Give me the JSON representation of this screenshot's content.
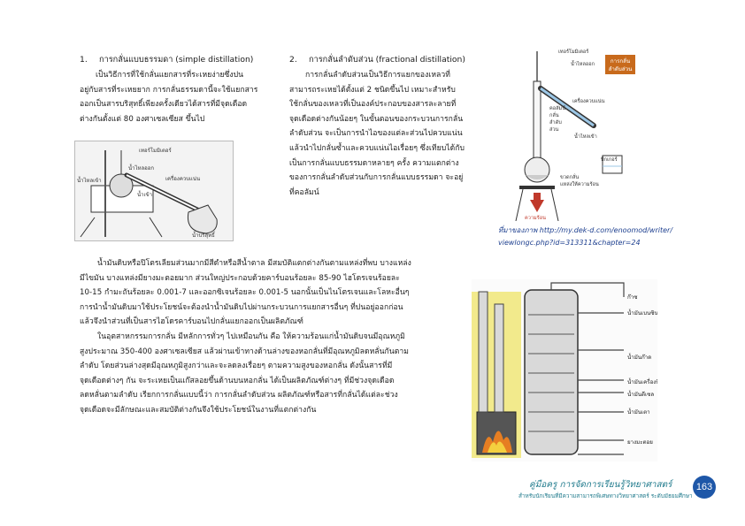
{
  "sections": {
    "simple": {
      "number": "1.",
      "title": "การกลั่นแบบธรรมดา (simple distillation)",
      "lines": [
        "เป็นวิธีการที่ใช้กลั่นแยกสารที่ระเหยง่ายซึ่งปน",
        "อยู่กับสารที่ระเหยยาก การกลั่นธรรมดานี้จะใช้แยกสาร",
        "ออกเป็นสารบริสุทธิ์เพียงครั้งเดียวได้สารที่มีจุดเดือด",
        "ต่างกันตั้งแต่ 80 องศาเซลเซียส ขึ้นไป"
      ]
    },
    "fractional": {
      "number": "2.",
      "title": "การกลั่นลำดับส่วน (fractional distillation)",
      "lines": [
        "การกลั่นลำดับส่วนเป็นวิธีการแยกของเหลวที่",
        "สามารถระเหยได้ตั้งแต่ 2 ชนิดขึ้นไป เหมาะสำหรับ",
        "ใช้กลั่นของเหลวที่เป็นองค์ประกอบของสารละลายที่",
        "จุดเดือดต่างกันน้อยๆ ในขั้นตอนของกระบวนการกลั่น",
        "ลำดับส่วน จะเป็นการนำไอของแต่ละส่วนไปควบแน่น",
        "แล้วนำไปกลั่นซ้ำและควบแน่นไอเรื่อยๆ ซึ่งเทียบได้กับ",
        "เป็นการกลั่นแบบธรรมดาหลายๆ ครั้ง ความแตกต่าง",
        "ของการกลั่นลำดับส่วนกับการกลั่นแบบธรรมดา จะอยู่",
        "ที่คอลัมน์"
      ]
    },
    "petroleum": {
      "p1": [
        "น้ำมันดิบหรือปิโตรเลียมส่วนมากมีสีดำหรือสีน้ำตาล มีสมบัติแตกต่างกันตามแหล่งที่พบ บางแหล่ง",
        "มีไขมัน บางแหล่งมียางมะตอยมาก ส่วนใหญ่ประกอบด้วยคาร์บอนร้อยละ 85-90 ไฮโดรเจนร้อยละ",
        "10-15 กำมะถันร้อยละ 0.001-7 และออกซิเจนร้อยละ 0.001-5 นอกนั้นเป็นไนโตรเจนและโลหะอื่นๆ",
        "การนำน้ำมันดิบมาใช้ประโยชน์จะต้องนำน้ำมันดิบไปผ่านกระบวนการแยกสารอื่นๆ ที่ปนอยู่ออกก่อน",
        "แล้วจึงนำส่วนที่เป็นสารไฮโดรคาร์บอนไปกลั่นแยกออกเป็นผลิตภัณฑ์"
      ],
      "p2": [
        "ในอุตสาหกรรมการกลั่น มีหลักการทั่วๆ ไปเหมือนกัน คือ ให้ความร้อนแก่น้ำมันดิบจนมีอุณหภูมิ",
        "สูงประมาณ 350-400 องศาเซลเซียส แล้วผ่านเข้าทางด้านล่างของหอกลั่นที่มีอุณหภูมิลดหลั่นกันตาม",
        "ลำดับ โดยส่วนล่างสุดมีอุณหภูมิสูงกว่าและจะลดลงเรื่อยๆ ตามความสูงของหอกลั่น ดังนั้นสารที่มี",
        "จุดเดือดต่างๆ กัน จะระเหยเป็นแก๊สลอยขึ้นด้านบนหอกลั่น ได้เป็นผลิตภัณฑ์ต่างๆ ที่มีช่วงจุดเดือด",
        "ลดหลั่นตามลำดับ เรียกการกลั่นแบบนี้ว่า การกลั่นลำดับส่วน ผลิตภัณฑ์หรือสารที่กลั่นได้แต่ละช่วง",
        "จุดเดือดจะมีลักษณะและสมบัติต่างกันจึงใช้ประโยชน์ในงานที่แตกต่างกัน"
      ]
    }
  },
  "figure_simple": {
    "labels": [
      "เทอร์โมมิเตอร์",
      "น้ำไหลออก",
      "เครื่องควบแน่น",
      "น้ำเข้า",
      "น้ำไหลเข้า",
      "น้ำบริสุทธิ์"
    ]
  },
  "figure_fractional": {
    "tag": [
      "การกลั่น",
      "ลำดับส่วน"
    ],
    "labels": [
      "เทอร์โมมิเตอร์",
      "น้ำไหลออก",
      "เครื่องควบแน่น",
      "คอลัมน์",
      "กลั่น",
      "ลำดับ",
      "ส่วน",
      "น้ำไหลเข้า",
      "บีกเกอร์",
      "ขวดกลั่น",
      "แหล่งให้ความร้อน",
      "ความร้อน"
    ],
    "caption_lines": [
      "ที่มาของภาพ http://my.dek-d.com/enoomod/writer/",
      "viewlongc.php?id=313311&chapter=24"
    ]
  },
  "figure_refinery": {
    "labels": [
      "ก๊าซ",
      "น้ำมันเบนซิน",
      "น้ำมันก๊าด",
      "น้ำมันเครื่องบิน",
      "น้ำมันดีเซล",
      "น้ำมันเตา",
      "ยางมะตอย"
    ]
  },
  "footer": {
    "title": "คู่มือครู การจัดการเรียนรู้วิทยาศาสตร์",
    "subtitle": "สำหรับนักเรียนที่มีความสามารถพิเศษทางวิทยาศาสตร์ ระดับมัธยมศึกษา",
    "page": "163"
  },
  "colors": {
    "accent": "#1e57a8",
    "footer": "#1f7a8c",
    "tag_bg": "#c86a1c",
    "fire": "#c0392b"
  }
}
